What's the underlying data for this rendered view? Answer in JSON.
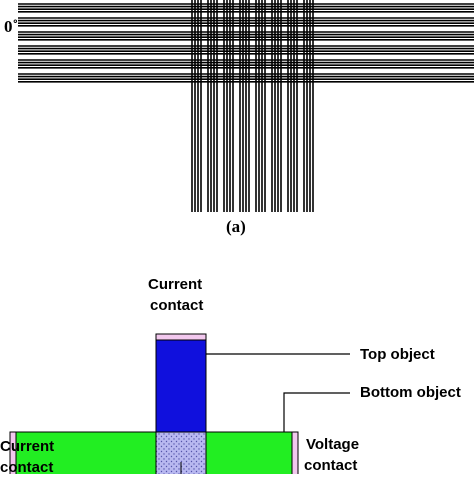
{
  "panel_a": {
    "angle_label": "0˚",
    "caption": "(a)"
  },
  "panel_b": {
    "top_current_contact": [
      "Current",
      "contact"
    ],
    "top_object": "Top object",
    "bottom_object": "Bottom object",
    "left_current_contact": [
      "Current",
      "contact"
    ],
    "voltage_contact": [
      "Voltage",
      "contact"
    ]
  },
  "colors": {
    "top_object": "#1010dd",
    "bottom_object": "#22ee22",
    "overlap": "#b8b8f0",
    "contact_pad": "#f2c8ee",
    "wire": "#000000"
  }
}
